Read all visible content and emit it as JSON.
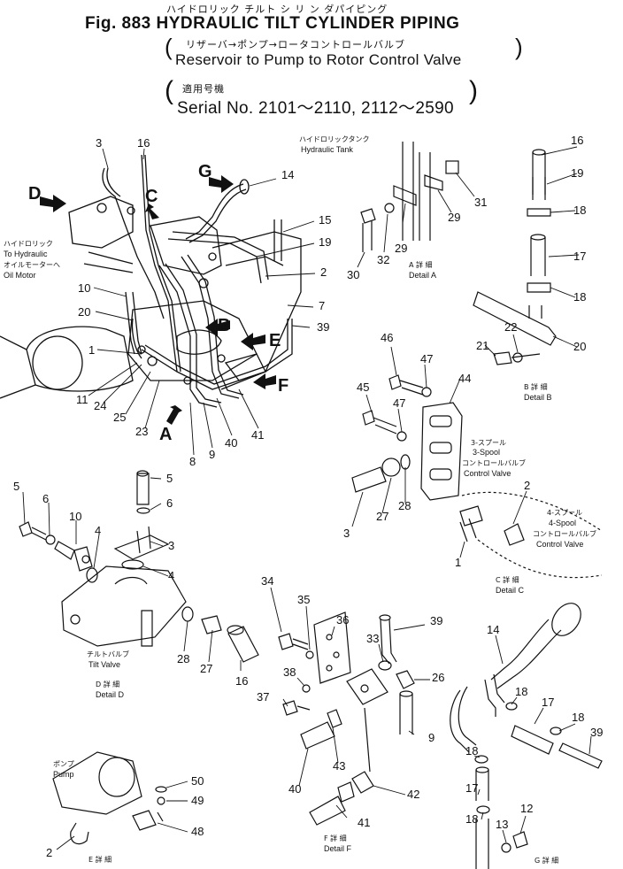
{
  "header": {
    "jp_title": "ハイドロリック チルト シ リ ン ダパイピング",
    "title": "Fig. 883 HYDRAULIC TILT CYLINDER PIPING",
    "route_jp": "リザーバ→ポンプ→ロータコントロールバルブ",
    "route_en": "Reservoir to Pump to Rotor Control Valve",
    "serial_jp": "適用号機",
    "serial_en": "Serial No. 2101～2110, 2112～2590"
  },
  "labels": {
    "hydraulic_tank_jp": "ハイドロリックタンク",
    "hydraulic_tank": "Hydraulic Tank",
    "to_hydraulic_jp": "ハイドロリック",
    "to_hydraulic": "To Hydraulic",
    "oil_motor_jp": "オイルモーターへ",
    "oil_motor": "Oil Motor",
    "detail_a_jp": "A 詳 細",
    "detail_a": "Detail A",
    "detail_b_jp": "B 詳 細",
    "detail_b": "Detail B",
    "spool3_jp": "3-スプール",
    "spool3": "3-Spool",
    "ctrl_valve_jp": "コントロールバルブ",
    "ctrl_valve": "Control Valve",
    "spool4_jp": "4-スプール",
    "spool4": "4-Spool",
    "ctrl_valve2_jp": "コントロールバルブ",
    "ctrl_valve2": "Control Valve",
    "detail_c_jp": "C 詳 細",
    "detail_c": "Detail C",
    "tilt_valve_jp": "チルトバルブ",
    "tilt_valve": "Tilt Valve",
    "detail_d_jp": "D 詳 細",
    "detail_d": "Detail D",
    "pump_jp": "ポンプ",
    "pump": "Pump",
    "detail_e_jp": "E 詳 細",
    "detail_f_jp": "F 詳 細",
    "detail_f": "Detail F",
    "detail_g_jp": "G 詳 細"
  },
  "views": {
    "A": "A",
    "B": "B",
    "C": "C",
    "D": "D",
    "E": "E",
    "F": "F",
    "G": "G"
  },
  "callouts": {
    "c3": "3",
    "c16": "16",
    "c14": "14",
    "c15": "15",
    "c19": "19",
    "c2": "2",
    "c7": "7",
    "c39": "39",
    "c10": "10",
    "c20": "20",
    "c1": "1",
    "c11": "11",
    "c24": "24",
    "c25": "25",
    "c23": "23",
    "c8": "8",
    "c9": "9",
    "c40": "40",
    "c41": "41",
    "a31": "31",
    "a29a": "29",
    "a29b": "29",
    "a30": "30",
    "a32": "32",
    "b16": "16",
    "b19": "19",
    "b18a": "18",
    "b17": "17",
    "b18b": "18",
    "b20": "20",
    "b22": "22",
    "b21": "21",
    "c46": "46",
    "c47a": "47",
    "c44": "44",
    "c45": "45",
    "c47b": "47",
    "c28": "28",
    "c27": "27",
    "cc3": "3",
    "cc2": "2",
    "cc1": "1",
    "d5a": "5",
    "d6a": "6",
    "d10": "10",
    "d4a": "4",
    "d5b": "5",
    "d6b": "6",
    "dd3": "3",
    "d4b": "4",
    "d28": "28",
    "d27": "27",
    "d16": "16",
    "f34": "34",
    "f35": "35",
    "f36": "36",
    "f39": "39",
    "f33": "33",
    "f26": "26",
    "f38": "38",
    "f37": "37",
    "f9": "9",
    "f43": "43",
    "f40": "40",
    "f42": "42",
    "f41": "41",
    "g14": "14",
    "g18a": "18",
    "g17a": "17",
    "g18b": "18",
    "g39": "39",
    "g18c": "18",
    "g17b": "17",
    "g18d": "18",
    "g12": "12",
    "g13": "13",
    "e50": "50",
    "e49": "49",
    "e48": "48",
    "e2": "2"
  }
}
